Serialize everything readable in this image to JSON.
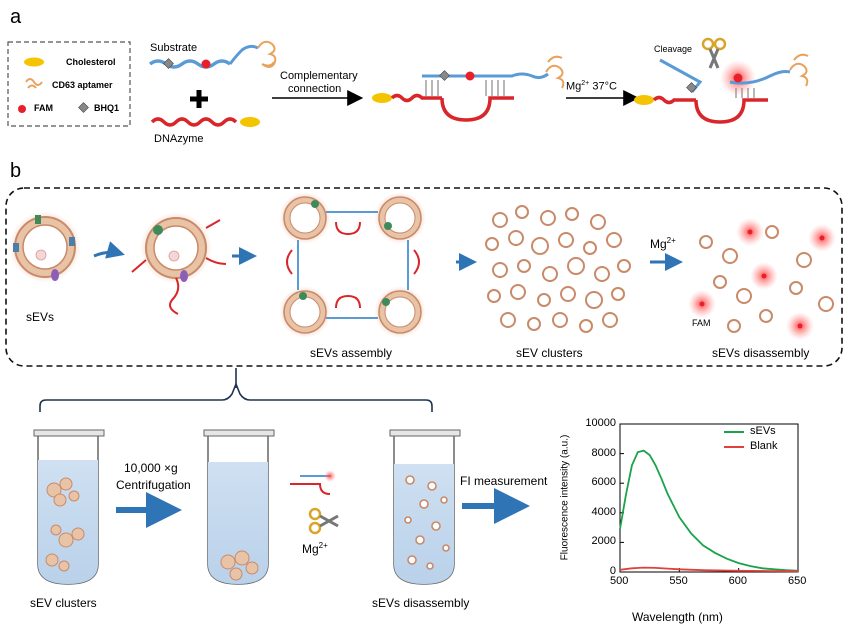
{
  "panel_a": {
    "letter": "a",
    "legend": {
      "cholesterol": "Cholesterol",
      "cd63_aptamer": "CD63 aptamer",
      "fam": "FAM",
      "bhq1": "BHQ1"
    },
    "substrate": "Substrate",
    "dnazyme": "DNAzyme",
    "complementary_line1": "Complementary",
    "complementary_line2": "connection",
    "mg_condition": "Mg",
    "mg_sup": "2+",
    "temp": "37°C",
    "cleavage": "Cleavage"
  },
  "panel_b": {
    "letter": "b",
    "sevs": "sEVs",
    "sevs_assembly": "sEVs assembly",
    "sev_clusters": "sEV clusters",
    "mg": "Mg",
    "mg_sup": "2+",
    "fam": "FAM",
    "sevs_disassembly": "sEVs disassembly"
  },
  "bottom": {
    "centrifugation_line1": "10,000 ×g",
    "centrifugation_line2": "Centrifugation",
    "mg": "Mg",
    "mg_sup": "2+",
    "fi_measurement": "FI measurement",
    "tube1_label": "sEV clusters",
    "tube3_label": "sEVs disassembly"
  },
  "colors": {
    "blue_arrow": "#2f75b5",
    "dna_blue": "#5b9bd5",
    "dna_red": "#d9262b",
    "cholesterol": "#f5c400",
    "aptamer": "#e8a25c",
    "fam_red": "#e8202a",
    "sev_ring": "#c98a6a",
    "green_series": "#1aa34a",
    "red_series": "#e0413a"
  },
  "chart_data": {
    "type": "line",
    "xlabel": "Wavelength (nm)",
    "ylabel": "Fluorescence intensity (a.u.)",
    "xlim": [
      500,
      650
    ],
    "ylim": [
      0,
      10000
    ],
    "xticks": [
      500,
      550,
      600,
      650
    ],
    "yticks": [
      0,
      2000,
      4000,
      6000,
      8000,
      10000
    ],
    "legend_position": "top-right",
    "series": [
      {
        "name": "sEVs",
        "color": "#1aa34a",
        "x": [
          500,
          505,
          510,
          515,
          520,
          525,
          530,
          535,
          540,
          550,
          560,
          570,
          580,
          590,
          600,
          610,
          620,
          630,
          640,
          650
        ],
        "values": [
          2900,
          5200,
          7200,
          8100,
          8200,
          7900,
          7200,
          6300,
          5300,
          3700,
          2600,
          1800,
          1300,
          900,
          600,
          400,
          250,
          180,
          120,
          80
        ]
      },
      {
        "name": "Blank",
        "color": "#e0413a",
        "x": [
          500,
          510,
          520,
          530,
          540,
          550,
          570,
          600,
          650
        ],
        "values": [
          150,
          250,
          300,
          280,
          230,
          180,
          120,
          80,
          50
        ]
      }
    ]
  }
}
